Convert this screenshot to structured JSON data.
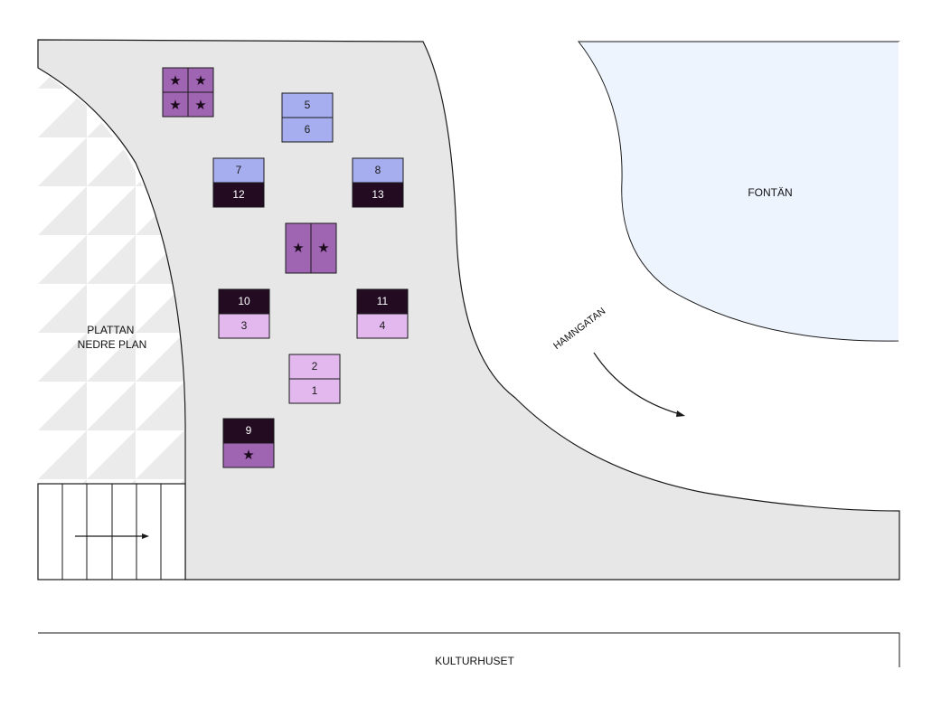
{
  "colors": {
    "background": "#ffffff",
    "plaza": "#e8e7e8",
    "fountain_water": "#edf4fe",
    "outline": "#1a1a1a",
    "blue_stall": "#a6aef0",
    "dark_stall": "#230b22",
    "pink_stall": "#e2b8ee",
    "purple_star_stall": "#a065b2"
  },
  "labels": {
    "plattan": "PLATTAN\nNEDRE PLAN",
    "plattan_line1": "PLATTAN",
    "plattan_line2": "NEDRE PLAN",
    "fountain": "FONTÄN",
    "street": "HAMNGATAN",
    "building": "KULTURHUSET"
  },
  "stalls": [
    {
      "id": "stall-5",
      "label": "5",
      "color": "blue"
    },
    {
      "id": "stall-6",
      "label": "6",
      "color": "blue"
    },
    {
      "id": "stall-7",
      "label": "7",
      "color": "blue"
    },
    {
      "id": "stall-12",
      "label": "12",
      "color": "dark"
    },
    {
      "id": "stall-8",
      "label": "8",
      "color": "blue"
    },
    {
      "id": "stall-13",
      "label": "13",
      "color": "dark"
    },
    {
      "id": "stall-10",
      "label": "10",
      "color": "dark"
    },
    {
      "id": "stall-3",
      "label": "3",
      "color": "pink"
    },
    {
      "id": "stall-11",
      "label": "11",
      "color": "dark"
    },
    {
      "id": "stall-4",
      "label": "4",
      "color": "pink"
    },
    {
      "id": "stall-2",
      "label": "2",
      "color": "pink"
    },
    {
      "id": "stall-1",
      "label": "1",
      "color": "pink"
    },
    {
      "id": "stall-9",
      "label": "9",
      "color": "dark"
    }
  ],
  "star_stalls": [
    {
      "id": "star-stall-top-left",
      "symbol": "★",
      "color": "purple"
    },
    {
      "id": "star-stall-top-right",
      "symbol": "★",
      "color": "purple"
    },
    {
      "id": "star-stall-bottom-left",
      "symbol": "★",
      "color": "purple"
    },
    {
      "id": "star-stall-bottom-right",
      "symbol": "★",
      "color": "purple"
    },
    {
      "id": "star-stall-center-left",
      "symbol": "★",
      "color": "purple"
    },
    {
      "id": "star-stall-center-right",
      "symbol": "★",
      "color": "purple"
    },
    {
      "id": "star-stall-below-9",
      "symbol": "★",
      "color": "purple"
    }
  ]
}
